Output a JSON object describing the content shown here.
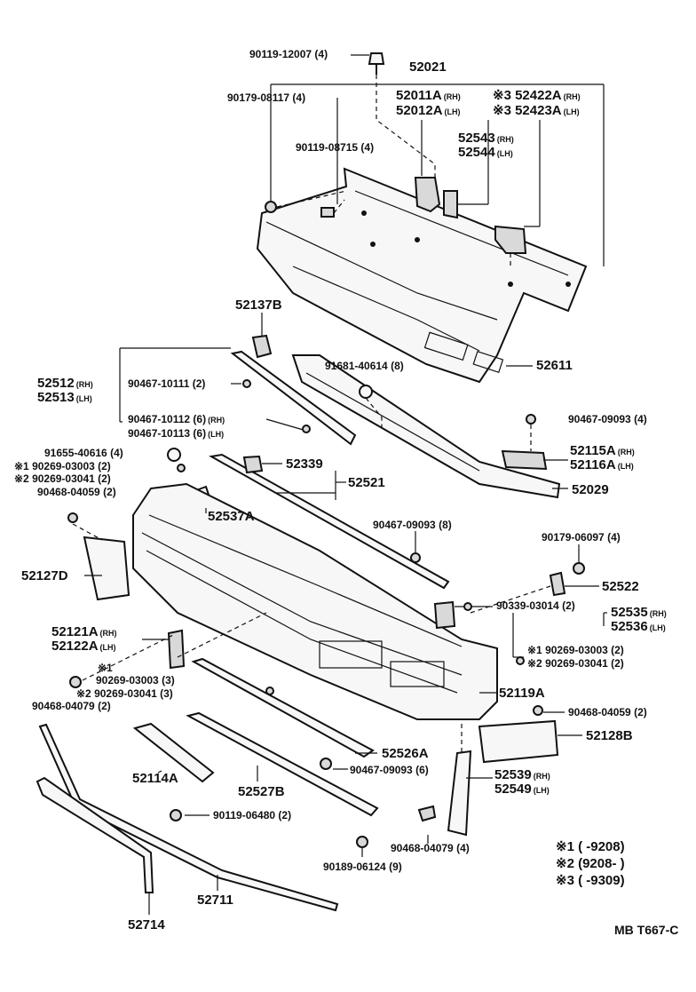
{
  "labels": {
    "l1": "90119-12007 (4)",
    "l2": "52021",
    "l3": "90179-08117 (4)",
    "l4a": "52011A",
    "l4b": "52012A",
    "l5a": "※3 52422A",
    "l5b": "※3 52423A",
    "l6": "90119-08715 (4)",
    "l7a": "52543",
    "l7b": "52544",
    "l8": "52137B",
    "l9a": "52512",
    "l9b": "52513",
    "l10": "90467-10111 (2)",
    "l11": "91681-40614 (8)",
    "l12": "52611",
    "l13a": "90467-10112 (6)",
    "l13b": "90467-10113 (6)",
    "l14": "90467-09093 (4)",
    "l15": "91655-40616 (4)",
    "l16": "※1 90269-03003 (2)",
    "l17": "※2 90269-03041 (2)",
    "l18": "90468-04059 (2)",
    "l19": "52339",
    "l20": "52521",
    "l21a": "52115A",
    "l21b": "52116A",
    "l22": "52029",
    "l23": "52537A",
    "l24": "90467-09093 (8)",
    "l25": "90179-06097 (4)",
    "l26": "52127D",
    "l27": "52522",
    "l28": "90339-03014 (2)",
    "l29a": "52535",
    "l29b": "52536",
    "l30a": "52121A",
    "l30b": "52122A",
    "l31": "※1 90269-03003 (2)",
    "l32": "※2 90269-03041 (2)",
    "l33a": "※1",
    "l33b": "90269-03003 (3)",
    "l33c": "※2 90269-03041 (3)",
    "l34": "90468-04079 (2)",
    "l35": "52119A",
    "l36": "90468-04059 (2)",
    "l37": "52128B",
    "l38": "52526A",
    "l39": "52114A",
    "l40": "90467-09093 (6)",
    "l41": "52527B",
    "l42a": "52539",
    "l42b": "52549",
    "l43": "90119-06480 (2)",
    "l44": "90468-04079 (4)",
    "l45": "90189-06124 (9)",
    "l46": "52711",
    "l47": "52714",
    "side_rh": "(RH)",
    "side_lh": "(LH)"
  },
  "legend": [
    {
      "mark": "※1",
      "range": "(        -9208)"
    },
    {
      "mark": "※2",
      "range": "(9208-        )"
    },
    {
      "mark": "※3",
      "range": "(        -9309)"
    }
  ],
  "footer": {
    "code": "MB T667-C"
  }
}
